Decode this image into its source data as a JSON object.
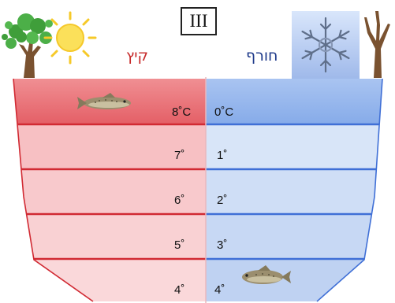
{
  "panel_label": "III",
  "seasons": {
    "summer": "קיץ",
    "winter": "חורף"
  },
  "colors": {
    "summer_top": "#e8686e",
    "summer_layer": "#f7c5c8",
    "summer_line": "#d12a33",
    "winter_top": "#8fb3ec",
    "winter_layer": "#c9dbf6",
    "winter_line": "#3f6fd6"
  },
  "summer_temps": [
    "8˚C",
    "7˚",
    "6˚",
    "5˚",
    "4˚"
  ],
  "winter_temps": [
    "0˚C",
    "1˚",
    "2˚",
    "3˚",
    "4˚"
  ],
  "icons": {
    "left": [
      "tree-icon",
      "sun-icon"
    ],
    "right": [
      "snowflake-icon",
      "bare-tree-icon"
    ],
    "fish": [
      "fish-summer-top-icon",
      "fish-winter-bottom-icon"
    ]
  }
}
